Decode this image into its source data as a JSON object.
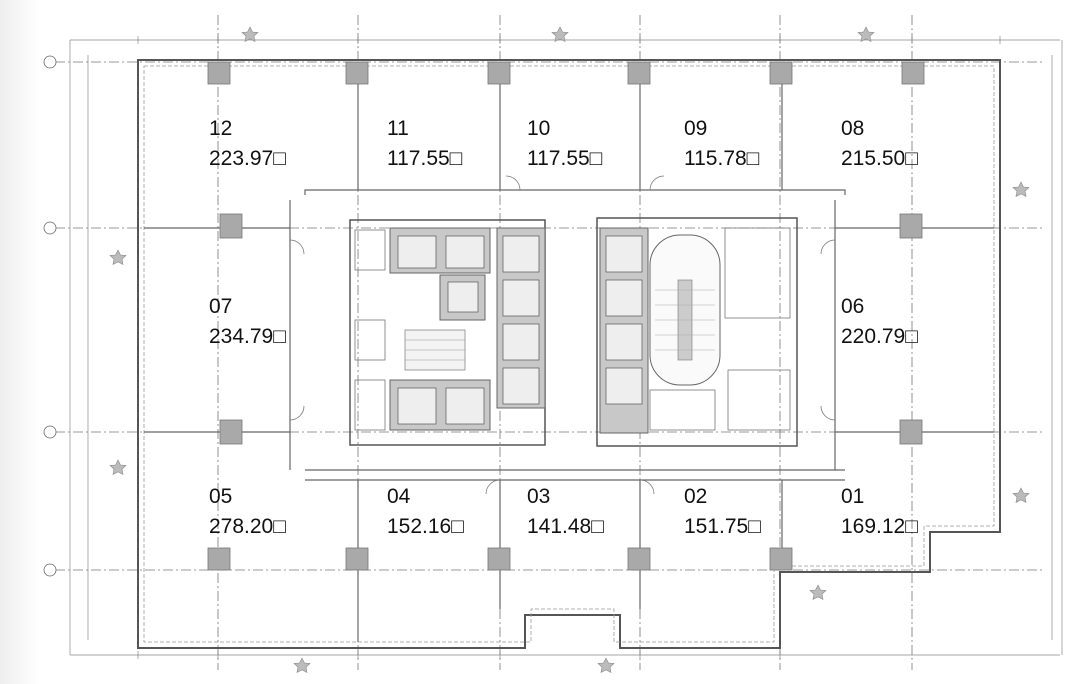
{
  "plan": {
    "units": [
      {
        "id": "12",
        "area": "223.97",
        "unit_mark": "□"
      },
      {
        "id": "11",
        "area": "117.55",
        "unit_mark": "□"
      },
      {
        "id": "10",
        "area": "117.55",
        "unit_mark": "□"
      },
      {
        "id": "09",
        "area": "115.78",
        "unit_mark": "□"
      },
      {
        "id": "08",
        "area": "215.50",
        "unit_mark": "□"
      },
      {
        "id": "07",
        "area": "234.79",
        "unit_mark": "□"
      },
      {
        "id": "06",
        "area": "220.79",
        "unit_mark": "□"
      },
      {
        "id": "05",
        "area": "278.20",
        "unit_mark": "□"
      },
      {
        "id": "04",
        "area": "152.16",
        "unit_mark": "□"
      },
      {
        "id": "03",
        "area": "141.48",
        "unit_mark": "□"
      },
      {
        "id": "02",
        "area": "151.75",
        "unit_mark": "□"
      },
      {
        "id": "01",
        "area": "169.12",
        "unit_mark": "□"
      }
    ],
    "colors": {
      "line": "#555555",
      "column": "#a9a9a9",
      "core": "#c8c8c8",
      "text": "#111111"
    }
  }
}
